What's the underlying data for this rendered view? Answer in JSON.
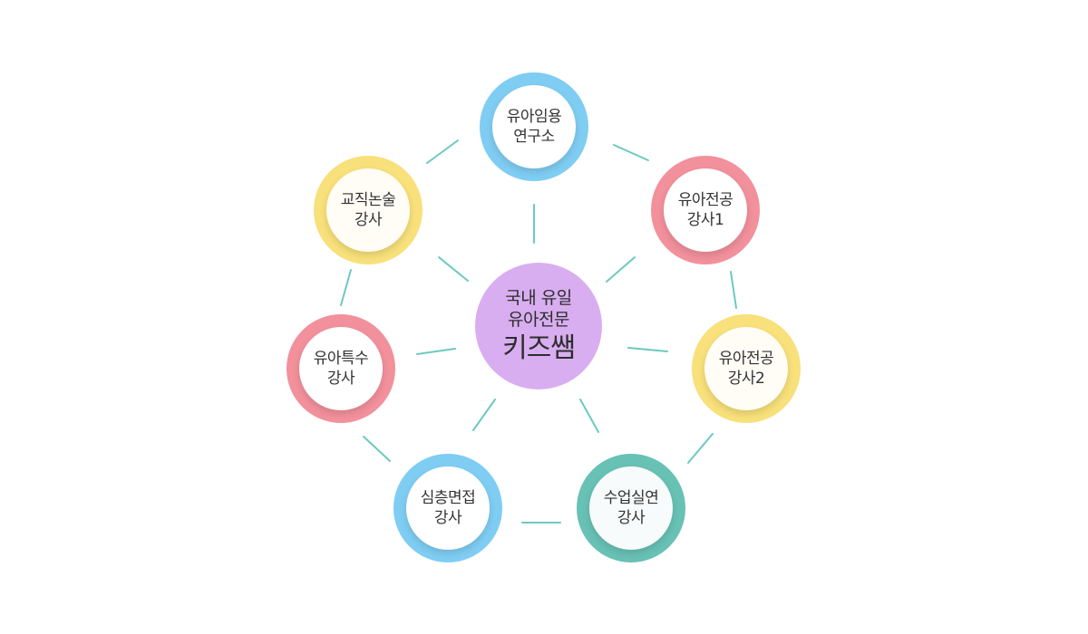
{
  "center": {
    "line1": "국내 유일",
    "line2": "유아전문",
    "title": "키즈쌤"
  },
  "nodes": {
    "top": {
      "line1": "유아임용",
      "line2": "연구소",
      "color": "#7fcdf3"
    },
    "right_top": {
      "line1": "유아전공",
      "line2": "강사1",
      "color": "#f2909c"
    },
    "right": {
      "line1": "유아전공",
      "line2": "강사2",
      "color": "#f8e07a"
    },
    "bottom_right": {
      "line1": "수업실연",
      "line2": "강사",
      "color": "#68c1b5"
    },
    "bottom_left": {
      "line1": "심층면접",
      "line2": "강사",
      "color": "#7fcdf3"
    },
    "left": {
      "line1": "유아특수",
      "line2": "강사",
      "color": "#f2909c"
    },
    "left_top": {
      "line1": "교직논술",
      "line2": "강사",
      "color": "#f8e07a"
    }
  },
  "center_color": "#d9aef0",
  "connector_color": "#6cc9c0"
}
